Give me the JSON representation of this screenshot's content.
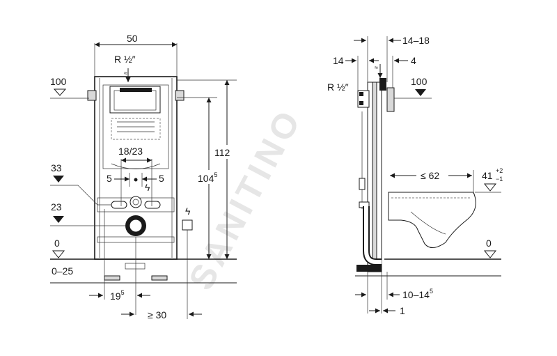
{
  "watermark": "SANITINO",
  "front_view": {
    "width": "50",
    "supply": "R ½″",
    "level_100": "100",
    "height_112": "112",
    "height_104": "104",
    "height_104_sup": "5",
    "spacing_18_23": "18/23",
    "offset_left": "5",
    "offset_right": "5",
    "level_33": "33",
    "level_23": "23",
    "level_0": "0",
    "floor_range": "0–25",
    "dim_19": "19",
    "dim_19_sup": "5",
    "dim_30": "≥ 30"
  },
  "side_view": {
    "dim_14_18": "14–18",
    "dim_14": "14",
    "dim_4": "4",
    "supply": "R ½″",
    "level_100": "100",
    "dim_62": "≤ 62",
    "level_41": "41",
    "level_41_plus": "+2",
    "level_41_minus": "−1",
    "level_0": "0",
    "dim_10_14": "10–14",
    "dim_10_14_sup": "5",
    "dim_1": "1"
  }
}
